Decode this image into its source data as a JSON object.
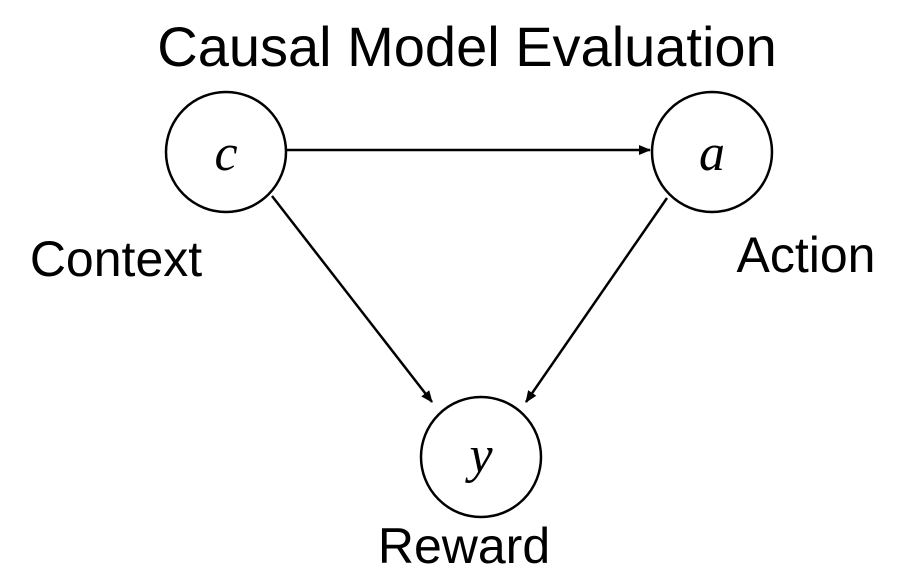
{
  "title": "Causal Model Evaluation",
  "nodes": {
    "context": {
      "symbol": "c",
      "label": "Context"
    },
    "action": {
      "symbol": "a",
      "label": "Action"
    },
    "reward": {
      "symbol": "y",
      "label": "Reward"
    }
  },
  "edges": [
    {
      "from": "context",
      "to": "action"
    },
    {
      "from": "context",
      "to": "reward"
    },
    {
      "from": "action",
      "to": "reward"
    }
  ],
  "colors": {
    "stroke": "#000000",
    "background": "#ffffff"
  }
}
